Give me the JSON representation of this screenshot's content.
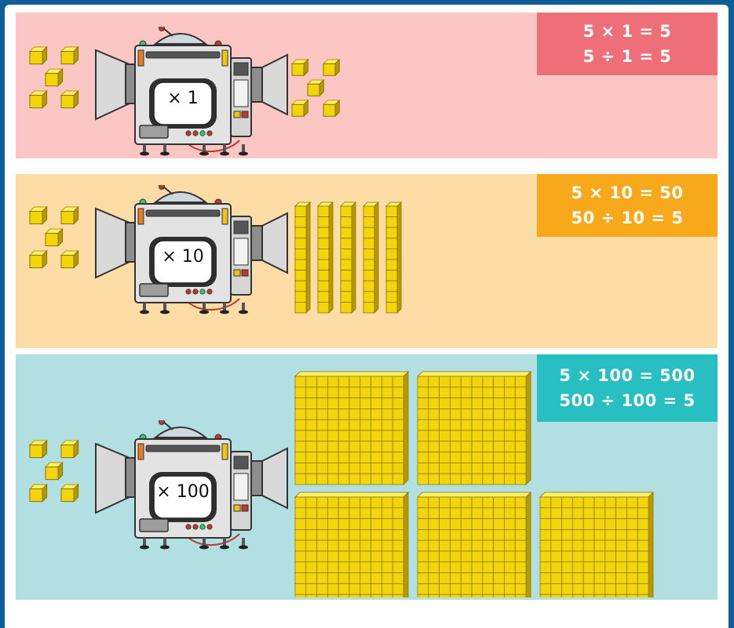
{
  "colors": {
    "frame": "#0f5e99",
    "panel_1_bg": "#fbc6c3",
    "panel_1_eq": "#ef6f78",
    "panel_2_bg": "#fddca6",
    "panel_2_eq": "#f8a81b",
    "panel_3_bg": "#b2dfe2",
    "panel_3_eq": "#27bfc1",
    "cube": "#f2d50a",
    "cube_dark": "#b79a00"
  },
  "rows": [
    {
      "machine_label": "× 1",
      "eq_line_1": "5 × 1 = 5",
      "eq_line_2": "5 ÷ 1 = 5",
      "input_cubes": 5,
      "output": "5 unit cubes"
    },
    {
      "machine_label": "× 10",
      "eq_line_1": "5 × 10 = 50",
      "eq_line_2": "50 ÷ 10 = 5",
      "input_cubes": 5,
      "output": "5 ten-rods"
    },
    {
      "machine_label": "× 100",
      "eq_line_1": "5 × 100 = 500",
      "eq_line_2": "500 ÷ 100 = 5",
      "input_cubes": 5,
      "output": "5 hundred-flats"
    }
  ]
}
